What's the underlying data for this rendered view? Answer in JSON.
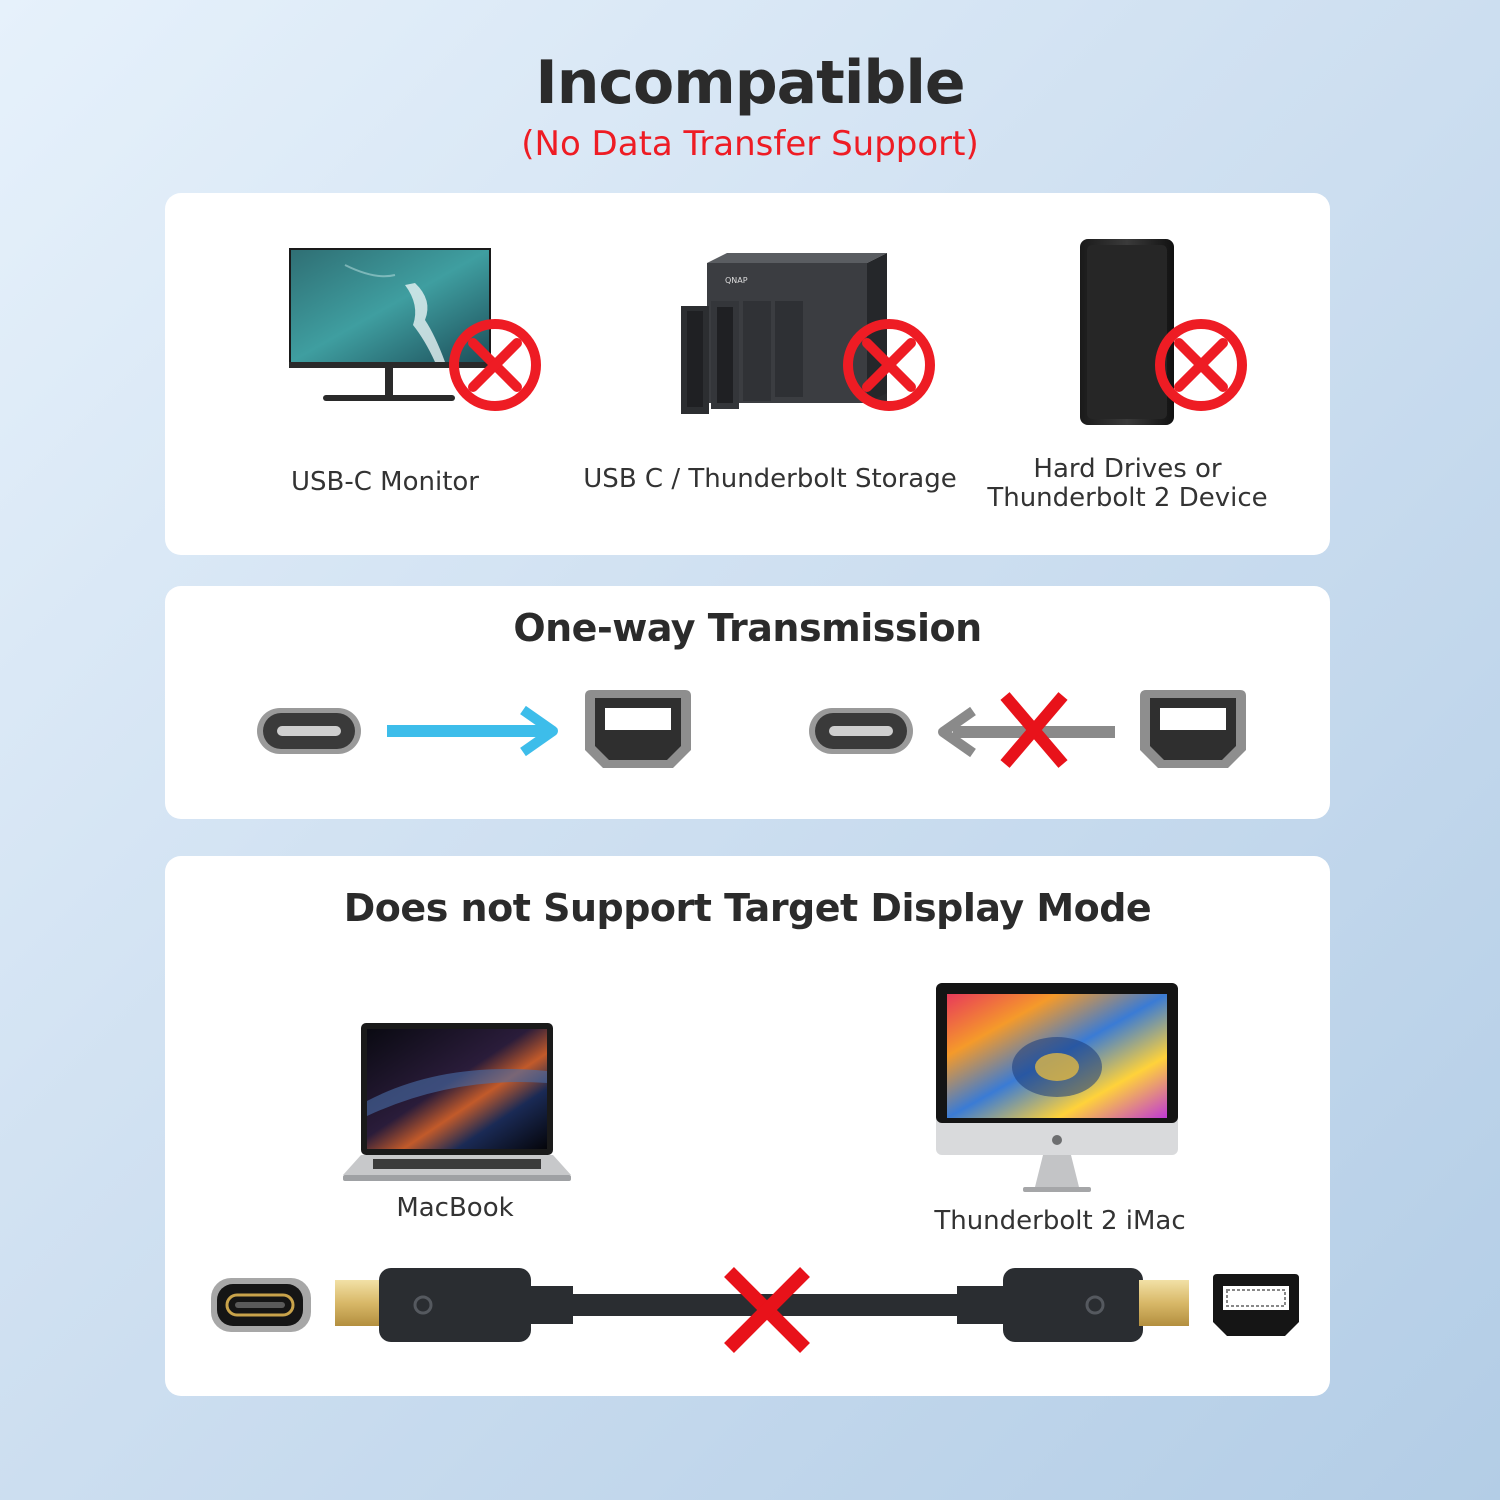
{
  "header": {
    "title": "Incompatible",
    "subtitle": "(No Data Transfer Support)"
  },
  "incompatible_devices": [
    {
      "label": "USB-C Monitor",
      "icon": "monitor-icon"
    },
    {
      "label": "USB C / Thunderbolt Storage",
      "icon": "nas-storage-icon",
      "brand": "QNAP"
    },
    {
      "label_line1": "Hard Drives or",
      "label_line2": "Thunderbolt 2 Device",
      "icon": "hard-drive-icon"
    }
  ],
  "one_way": {
    "title": "One-way Transmission",
    "arrow_color": "#3dbdea",
    "blocked_color": "#e8121a"
  },
  "target_display": {
    "title": "Does not Support Target Display Mode",
    "left_device": "MacBook",
    "right_device": "Thunderbolt 2 iMac"
  },
  "colors": {
    "accent_red": "#ee1c24",
    "connector_gray": "#8a8a8a",
    "cable_black": "#2a2d31"
  }
}
